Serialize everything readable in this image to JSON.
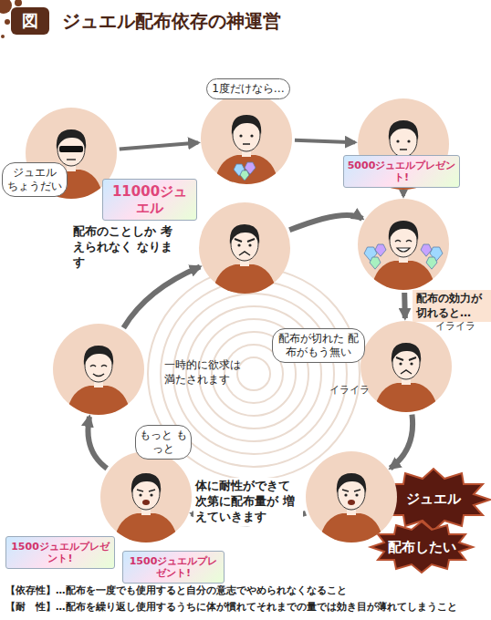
{
  "diagram": {
    "title": "ジュエル配布依存の神運営",
    "nodes": [
      {
        "text": [
          "ジュエル ちょうだい"
        ]
      },
      {
        "text": [
          "1度だけなら…"
        ]
      },
      {
        "text": [
          "5000ジュエルプレゼント!"
        ]
      },
      {
        "text": []
      },
      {
        "text": [
          "配布が切れた 配布がもう無い",
          "イライラ",
          "イライラ"
        ]
      },
      {
        "text": [
          "ジュエル",
          "配布したい"
        ]
      },
      {
        "text": [
          "もっと もっと",
          "体に耐性ができて 次第に配布量が 増えていきます",
          "1500ジュエルプレゼント!",
          "1500ジュエルプレゼント!"
        ]
      },
      {
        "text": [
          "一時的に欲求は 満たされます"
        ]
      },
      {
        "text": [
          "配布のことしか 考えられなく なります",
          "11000ジュエル"
        ]
      }
    ],
    "edges": [
      {
        "from": 0,
        "to": 1,
        "arrow": "to"
      },
      {
        "from": 1,
        "to": 2,
        "arrow": "to"
      },
      {
        "from": 2,
        "to": 3,
        "arrow": "to"
      },
      {
        "from": 3,
        "to": 4,
        "label": "配布の効力が 切れると…",
        "arrow": "to"
      },
      {
        "from": 4,
        "to": 5,
        "arrow": "to"
      },
      {
        "from": 5,
        "to": 6,
        "arrow": "to"
      },
      {
        "from": 6,
        "to": 7,
        "arrow": "to"
      },
      {
        "from": 7,
        "to": 8,
        "arrow": "to"
      },
      {
        "from": 8,
        "to": 3,
        "arrow": "to"
      }
    ],
    "labels": [
      "図",
      "【依存性】…配布を一度でも使用すると自分の意志でやめられなくなること",
      "【耐　性】…配布を繰り返し使用するうちに体が慣れてそれまでの量では効き目が薄れてしまうこと"
    ]
  }
}
